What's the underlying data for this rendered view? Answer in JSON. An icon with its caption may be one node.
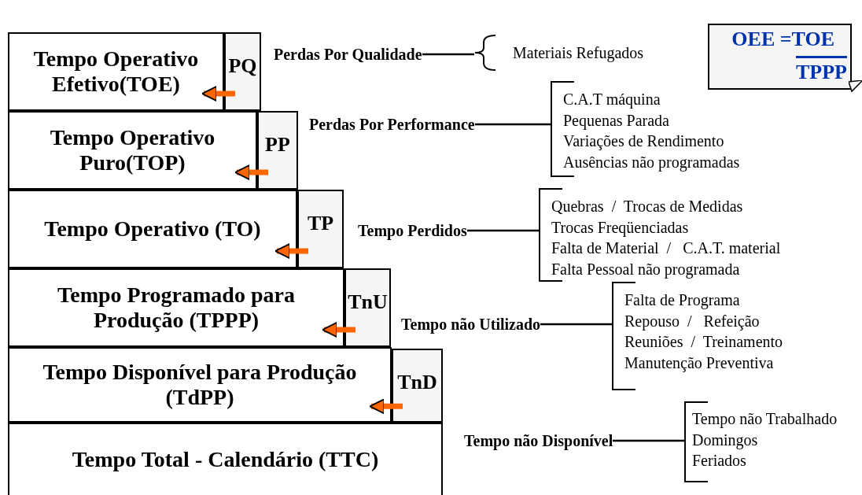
{
  "diagram": {
    "nodes": [
      {
        "text": [
          "Tempo Operativo Efetivo(TOE)"
        ]
      },
      {
        "text": [
          "PQ"
        ]
      },
      {
        "text": [
          "Tempo Operativo Puro(TOP)"
        ]
      },
      {
        "text": [
          "PP"
        ]
      },
      {
        "text": [
          "Tempo Operativo (TO)"
        ]
      },
      {
        "text": [
          "TP"
        ]
      },
      {
        "text": [
          "Tempo Programado para Produção (TPPP)"
        ]
      },
      {
        "text": [
          "TnU"
        ]
      },
      {
        "text": [
          "Tempo Disponível para Produção (TdPP)"
        ]
      },
      {
        "text": [
          "TnD"
        ]
      },
      {
        "text": [
          "Tempo Total - Calendário (TTC)"
        ]
      },
      {
        "text": [
          "OEE =TOE",
          "TPPP"
        ]
      },
      {
        "text": [
          "Perdas Por Qualidade"
        ]
      },
      {
        "text": [
          "Materiais Refugados"
        ]
      },
      {
        "text": [
          "Perdas Por Performance"
        ]
      },
      {
        "text": [
          "C.A.T máquina",
          "Pequenas Parada",
          "Variações de Rendimento",
          "Ausências não programadas"
        ]
      },
      {
        "text": [
          "Tempo Perdidos"
        ]
      },
      {
        "text": [
          "Quebras  /  Trocas de Medidas",
          "Trocas Freqüenciadas",
          "Falta de Material  /   C.A.T. material",
          "Falta Pessoal não programada"
        ]
      },
      {
        "text": [
          "Tempo não Utilizado"
        ]
      },
      {
        "text": [
          "Falta de Programa",
          "Repouso  /   Refeição",
          "Reuniões  /  Treinamento",
          "Manutenção Preventiva"
        ]
      },
      {
        "text": [
          "Tempo não Disponível"
        ]
      },
      {
        "text": [
          "Tempo não Trabalhado",
          "Domingos",
          "Feriados"
        ]
      }
    ],
    "edges": [
      {
        "from": 1,
        "to": 0,
        "arrow": "to",
        "style": "thick"
      },
      {
        "from": 3,
        "to": 2,
        "arrow": "to",
        "style": "thick"
      },
      {
        "from": 5,
        "to": 4,
        "arrow": "to",
        "style": "thick"
      },
      {
        "from": 7,
        "to": 6,
        "arrow": "to",
        "style": "thick"
      },
      {
        "from": 9,
        "to": 8,
        "arrow": "to",
        "style": "thick"
      },
      {
        "from": 12,
        "to": 13,
        "arrow": "none",
        "color": "#000000"
      },
      {
        "from": 14,
        "to": 15,
        "arrow": "none",
        "color": "#000000"
      },
      {
        "from": 16,
        "to": 17,
        "arrow": "none",
        "color": "#000000"
      },
      {
        "from": 18,
        "to": 19,
        "arrow": "none",
        "color": "#000000"
      },
      {
        "from": 20,
        "to": 21,
        "arrow": "none",
        "color": "#000000"
      }
    ]
  }
}
